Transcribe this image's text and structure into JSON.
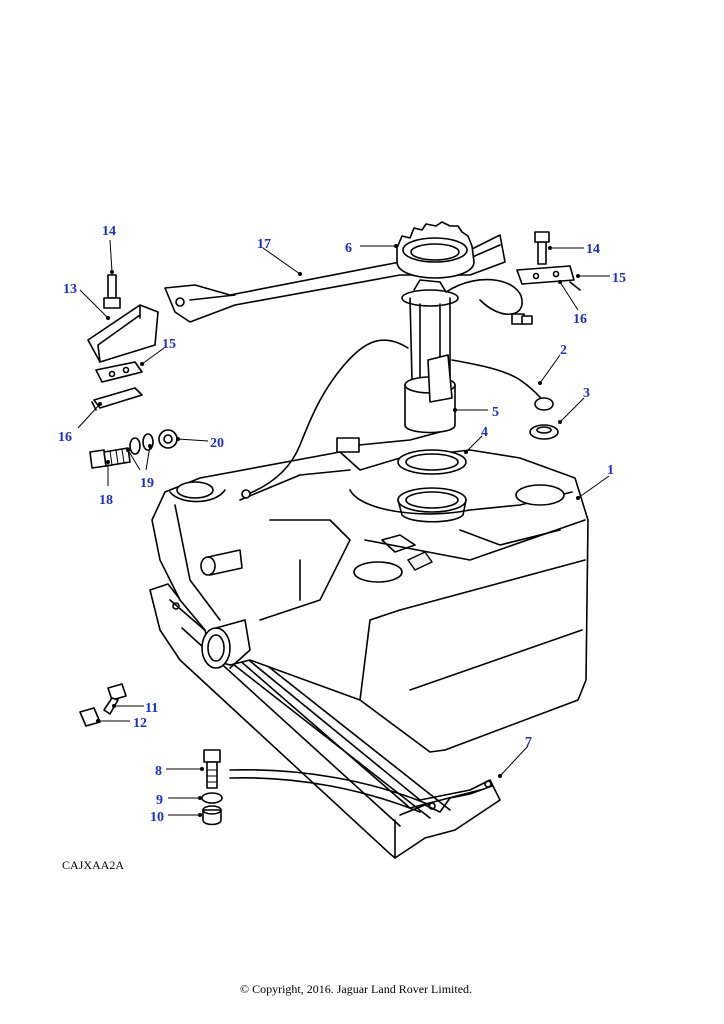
{
  "diagram": {
    "callouts": [
      {
        "id": "c1",
        "label": "1"
      },
      {
        "id": "c2",
        "label": "2"
      },
      {
        "id": "c3",
        "label": "3"
      },
      {
        "id": "c4",
        "label": "4"
      },
      {
        "id": "c5",
        "label": "5"
      },
      {
        "id": "c6",
        "label": "6"
      },
      {
        "id": "c7",
        "label": "7"
      },
      {
        "id": "c8",
        "label": "8"
      },
      {
        "id": "c9",
        "label": "9"
      },
      {
        "id": "c10",
        "label": "10"
      },
      {
        "id": "c11",
        "label": "11"
      },
      {
        "id": "c12",
        "label": "12"
      },
      {
        "id": "c13",
        "label": "13"
      },
      {
        "id": "c14a",
        "label": "14"
      },
      {
        "id": "c14b",
        "label": "14"
      },
      {
        "id": "c15a",
        "label": "15"
      },
      {
        "id": "c15b",
        "label": "15"
      },
      {
        "id": "c16a",
        "label": "16"
      },
      {
        "id": "c16b",
        "label": "16"
      },
      {
        "id": "c17",
        "label": "17"
      },
      {
        "id": "c18",
        "label": "18"
      },
      {
        "id": "c19",
        "label": "19"
      },
      {
        "id": "c20",
        "label": "20"
      }
    ],
    "callout_color": "#1a2fd0",
    "reference_code": "CAJXAA2A"
  },
  "footer": {
    "copyright": "© Copyright, 2016. Jaguar Land Rover Limited."
  }
}
